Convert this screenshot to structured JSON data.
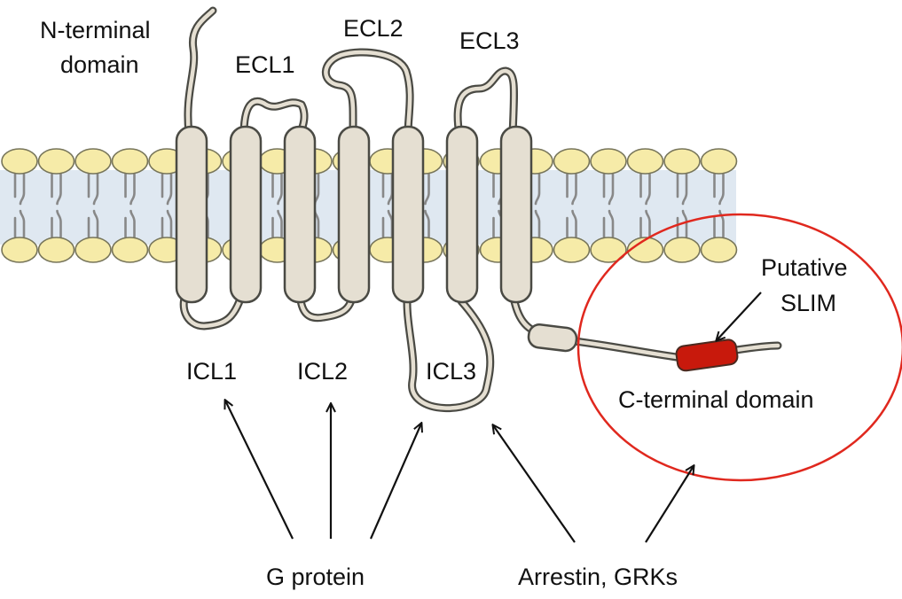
{
  "labels": {
    "n_terminal_line1": "N-terminal",
    "n_terminal_line2": "domain",
    "ecl1": "ECL1",
    "ecl2": "ECL2",
    "ecl3": "ECL3",
    "icl1": "ICL1",
    "icl2": "ICL2",
    "icl3": "ICL3",
    "putative_line1": "Putative",
    "putative_line2": "SLIM",
    "c_terminal": "C-terminal domain",
    "g_protein": "G protein",
    "arrestin": "Arrestin, GRKs"
  },
  "colors": {
    "membrane_band": "#dfe8f1",
    "lipid_head": "#f6eba8",
    "helix_fill": "#e5dfd2",
    "slim_motif": "#c8190c",
    "highlight_circle": "#e0281e"
  }
}
